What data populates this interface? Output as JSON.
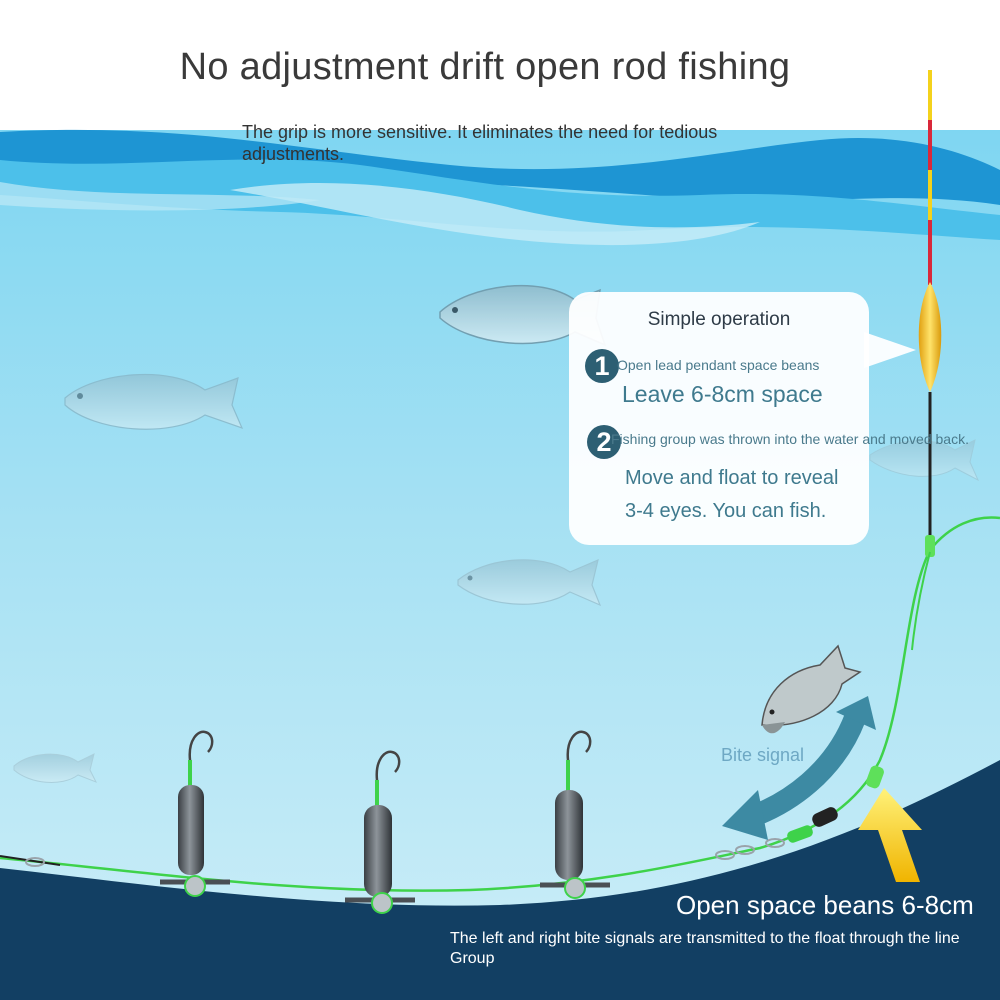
{
  "header": {
    "title": "No adjustment drift open rod fishing",
    "subtitle": "The grip is more sensitive. It eliminates the need for tedious adjustments."
  },
  "callout": {
    "title": "Simple operation",
    "steps": [
      {
        "number": "1",
        "small_text": "Open lead pendant space beans",
        "main_text": "Leave 6-8cm space"
      },
      {
        "number": "2",
        "small_text": "Fishing group was thrown into the water and moved back.",
        "main_lines": [
          "Move and float to reveal",
          "3-4 eyes. You can fish."
        ]
      }
    ]
  },
  "labels": {
    "bite_signal": "Bite signal",
    "open_space": "Open space beans 6-8cm",
    "bottom_caption": "The left and right bite signals are transmitted to the float through the line Group"
  },
  "colors": {
    "sky_top": "#ffffff",
    "water_light": "#9fe0f2",
    "water_mid": "#4ec3ea",
    "wave_dark": "#1b8fd0",
    "seabed": "#123f63",
    "line_green": "#3ed24a",
    "float_yellow": "#f7c623",
    "arrow_teal": "#3d8aa3"
  }
}
